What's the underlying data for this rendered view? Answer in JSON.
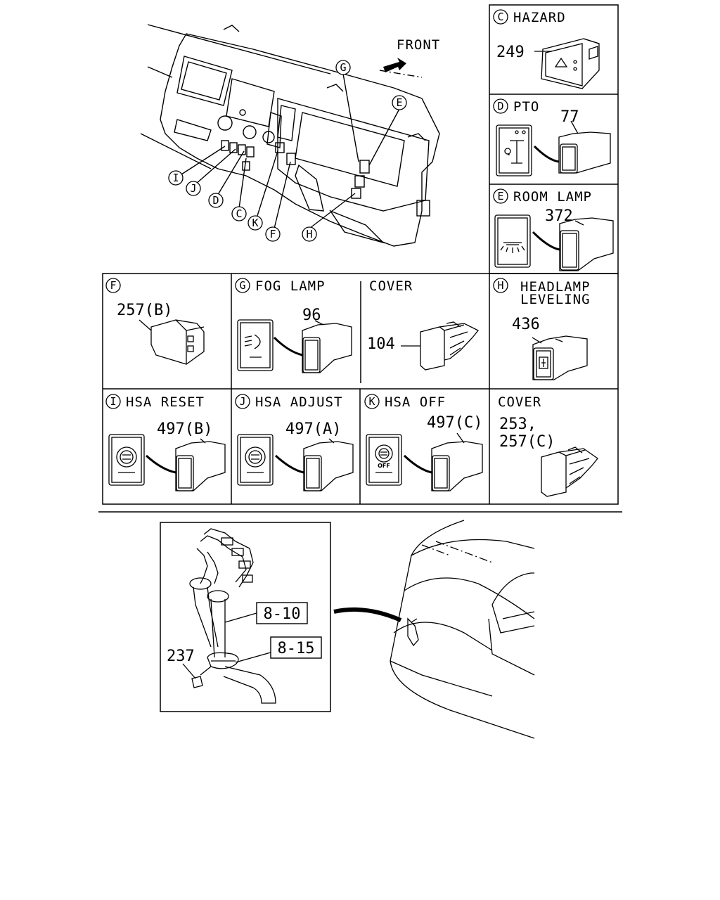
{
  "top": {
    "front_label": "FRONT",
    "callouts": [
      "G",
      "E",
      "I",
      "J",
      "D",
      "C",
      "K",
      "F",
      "H"
    ]
  },
  "panels": {
    "C": {
      "letter": "C",
      "title": "HAZARD",
      "part": "249"
    },
    "D": {
      "letter": "D",
      "title": "PTO",
      "part": "77"
    },
    "E": {
      "letter": "E",
      "title": "ROOM LAMP",
      "part": "372"
    },
    "F": {
      "letter": "F",
      "title": "",
      "part": "257(B)"
    },
    "G": {
      "letter": "G",
      "title": "FOG LAMP",
      "part": "96"
    },
    "G_cover": {
      "title": "COVER",
      "part": "104"
    },
    "H": {
      "letter": "H",
      "title_line1": "HEADLAMP",
      "title_line2": "LEVELING",
      "part": "436"
    },
    "I": {
      "letter": "I",
      "title": "HSA RESET",
      "part": "497(B)"
    },
    "J": {
      "letter": "J",
      "title": "HSA ADJUST",
      "part": "497(A)"
    },
    "K": {
      "letter": "K",
      "title": "HSA OFF",
      "part": "497(C)",
      "off_text": "OFF"
    },
    "K_cover": {
      "title": "COVER",
      "part_line1": "253,",
      "part_line2": "257(C)"
    }
  },
  "bottom": {
    "ref1": "8-10",
    "ref2": "8-15",
    "part": "237"
  }
}
